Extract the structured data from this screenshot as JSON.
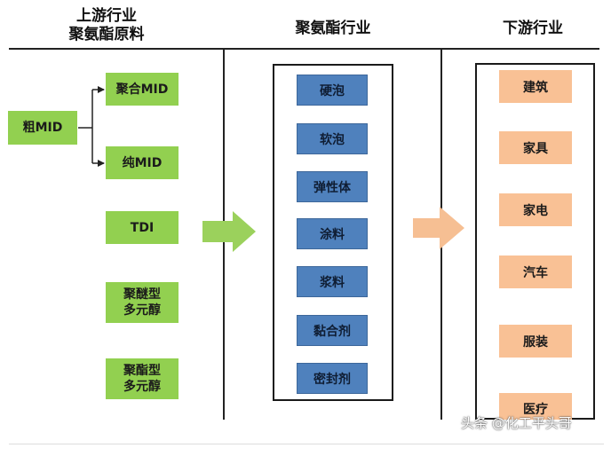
{
  "columns": {
    "upstream": {
      "title_line1": "上游行业",
      "title_line2": "聚氨酯原料"
    },
    "midstream": {
      "title": "聚氨酯行业"
    },
    "downstream": {
      "title": "下游行业"
    }
  },
  "upstream_items": {
    "crude_mdi": "粗MID",
    "polymeric_mdi": "聚合MID",
    "pure_mdi": "纯MID",
    "tdi": "TDI",
    "polyether_polyol": {
      "line1": "聚醚型",
      "line2": "多元醇"
    },
    "polyester_polyol": {
      "line1": "聚酯型",
      "line2": "多元醇"
    }
  },
  "polyurethane_products": [
    "硬泡",
    "软泡",
    "弹性体",
    "涂料",
    "浆料",
    "黏合剂",
    "密封剂"
  ],
  "downstream_industries": [
    "建筑",
    "家具",
    "家电",
    "汽车",
    "服装",
    "医疗"
  ],
  "watermark": "头条 @化工平头哥",
  "colors": {
    "green": "#92d050",
    "blue": "#4f81bd",
    "orange": "#f9c195",
    "green_arrow": "#9bd15c",
    "orange_arrow": "#f6bf93"
  }
}
